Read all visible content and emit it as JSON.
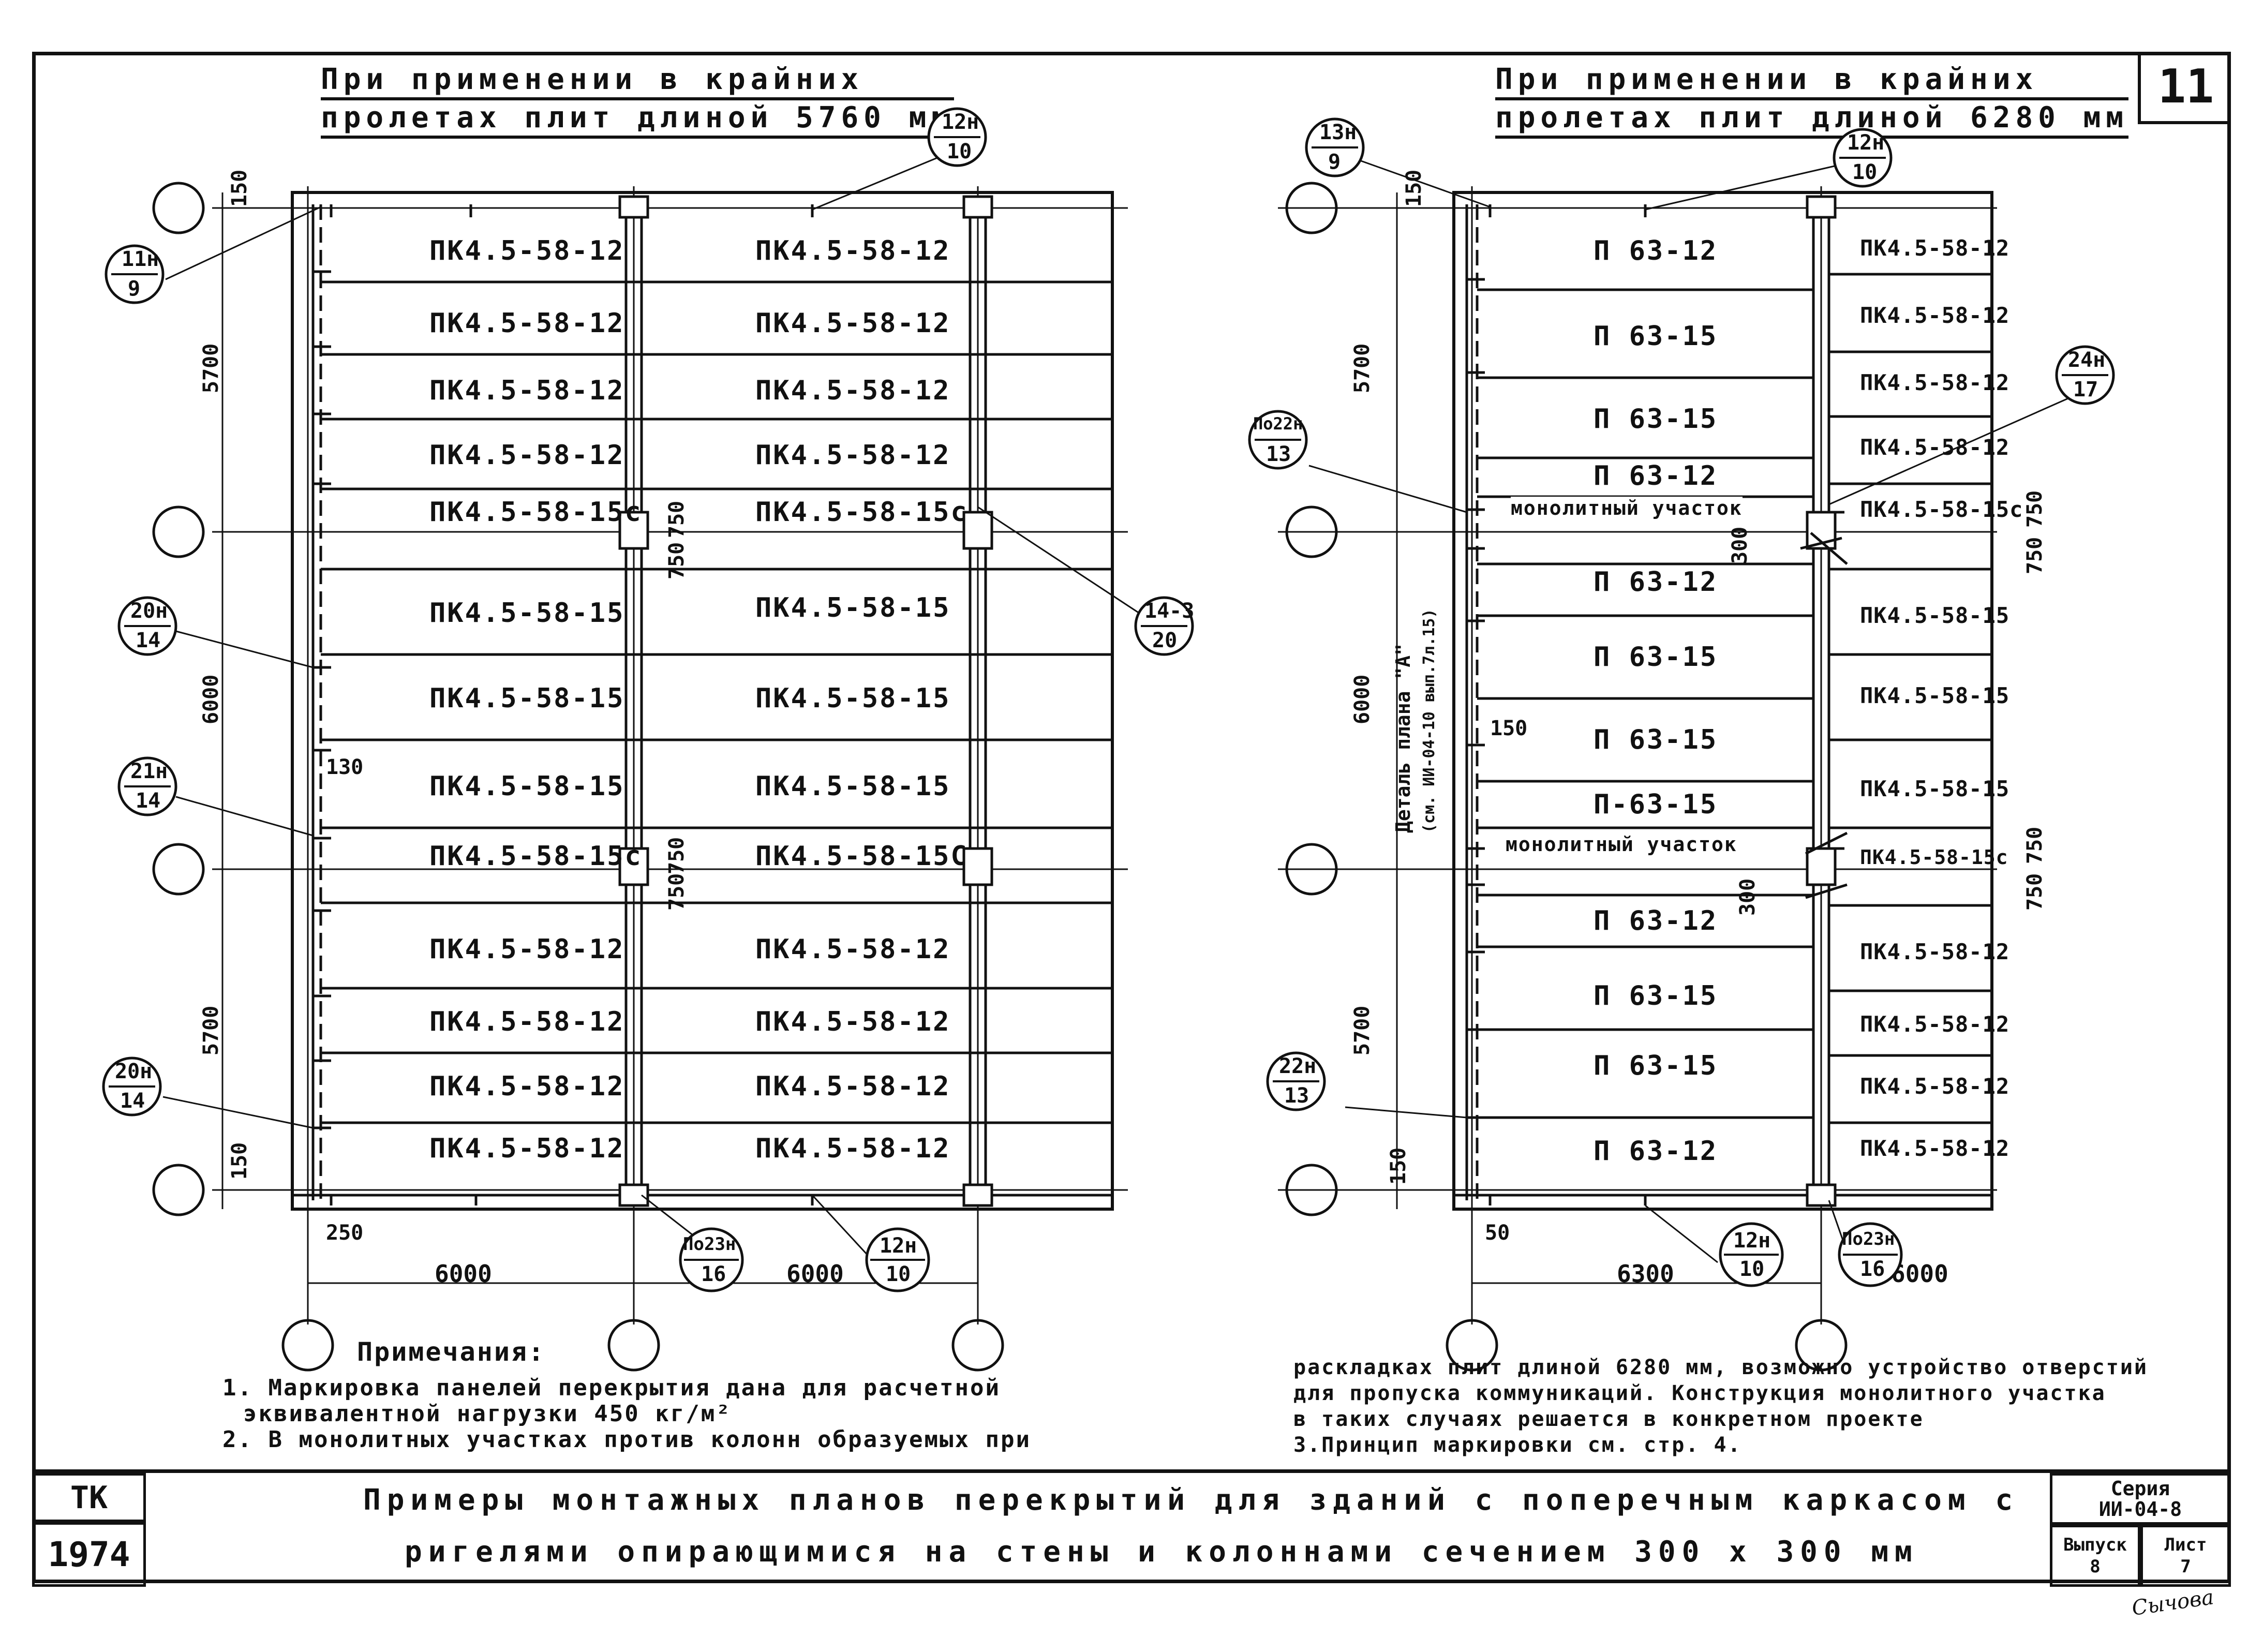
{
  "sheet_number": "11",
  "left_plan": {
    "heading_line1": "При применении в крайних",
    "heading_line2": "пролетах плит длиной 5760 мм",
    "slabs_col1": [
      "ПК4.5-58-12",
      "ПК4.5-58-12",
      "ПК4.5-58-12",
      "ПК4.5-58-12",
      "ПК4.5-58-15с",
      "ПК4.5-58-15",
      "ПК4.5-58-15",
      "ПК4.5-58-15",
      "ПК4.5-58-15с",
      "ПК4.5-58-12",
      "ПК4.5-58-12",
      "ПК4.5-58-12",
      "ПК4.5-58-12"
    ],
    "slabs_col2": [
      "ПК4.5-58-12",
      "ПК4.5-58-12",
      "ПК4.5-58-12",
      "ПК4.5-58-12",
      "ПК4.5-58-15с",
      "ПК4.5-58-15",
      "ПК4.5-58-15",
      "ПК4.5-58-15",
      "ПК4.5-58-15С",
      "ПК4.5-58-12",
      "ПК4.5-58-12",
      "ПК4.5-58-12",
      "ПК4.5-58-12"
    ],
    "dims_vertical": [
      "150",
      "5700",
      "6000",
      "5700",
      "150"
    ],
    "dims_misc": [
      "750",
      "750",
      "750",
      "750",
      "130",
      "250"
    ],
    "dims_bottom": [
      "6000",
      "6000"
    ],
    "callouts": [
      {
        "top": "11н",
        "bottom": "9"
      },
      {
        "top": "12н",
        "bottom": "10"
      },
      {
        "top": "20н",
        "bottom": "14"
      },
      {
        "top": "21н",
        "bottom": "14"
      },
      {
        "top": "14-3",
        "bottom": "20"
      },
      {
        "top": "20н",
        "bottom": "14"
      },
      {
        "top": "По23н",
        "bottom": "16"
      },
      {
        "top": "12н",
        "bottom": "10"
      }
    ]
  },
  "right_plan": {
    "heading_line1": "При применении в крайних",
    "heading_line2": "пролетах плит длиной 6280 мм",
    "slabs_col1": [
      "П 63-12",
      "П 63-15",
      "П 63-15",
      "П 63-12",
      "П 63-12",
      "П 63-15",
      "П 63-15",
      "П-63-15",
      "П 63-12",
      "П 63-15",
      "П 63-15",
      "П 63-12"
    ],
    "slabs_col2": [
      "ПК4.5-58-12",
      "ПК4.5-58-12",
      "ПК4.5-58-12",
      "ПК4.5-58-12",
      "ПК4.5-58-15с",
      "ПК4.5-58-15",
      "ПК4.5-58-15",
      "ПК4.5-58-15",
      "ПК4.5-58-15с",
      "ПК4.5-58-12",
      "ПК4.5-58-12",
      "ПК4.5-58-12",
      "ПК4.5-58-12"
    ],
    "monolithic": "монолитный участок",
    "detail_label_1": "Деталь плана \"А\"",
    "detail_label_2": "(см. ИИ-04-10 вып.7л.15)",
    "dims_vertical": [
      "150",
      "5700",
      "6000",
      "5700",
      "150"
    ],
    "dims_misc": [
      "300",
      "300",
      "150",
      "750",
      "750",
      "750",
      "750",
      "50"
    ],
    "dims_bottom": [
      "6300",
      "6000"
    ],
    "callouts": [
      {
        "top": "13н",
        "bottom": "9"
      },
      {
        "top": "12н",
        "bottom": "10"
      },
      {
        "top": "По22н",
        "bottom": "13"
      },
      {
        "top": "24н",
        "bottom": "17"
      },
      {
        "top": "22н",
        "bottom": "13"
      },
      {
        "top": "12н",
        "bottom": "10"
      },
      {
        "top": "По23н",
        "bottom": "16"
      }
    ]
  },
  "notes": {
    "heading": "Примечания:",
    "lines": [
      "1. Маркировка панелей перекрытия дана для расчетной",
      "эквивалентной нагрузки 450 кг/м²",
      "2. В монолитных участках против колонн образуемых при",
      "раскладках плит длиной 6280 мм, возможно устройство отверстий",
      "для пропуска коммуникаций. Конструкция монолитного участка",
      "в таких случаях решается в конкретном проекте",
      "3.Принцип маркировки см. стр. 4."
    ]
  },
  "title_block": {
    "tk": "ТК",
    "year": "1974",
    "title_line1": "Примеры монтажных планов перекрытий для зданий с поперечным каркасом с",
    "title_line2": "ригелями опирающимися на стены и колоннами сечением 300 х 300 мм",
    "series_label": "Серия",
    "series_value": "ИИ-04-8",
    "issue_label": "Выпуск",
    "issue_value": "8",
    "sheet_label": "Лист",
    "sheet_value": "7",
    "signature": "Сычова"
  }
}
